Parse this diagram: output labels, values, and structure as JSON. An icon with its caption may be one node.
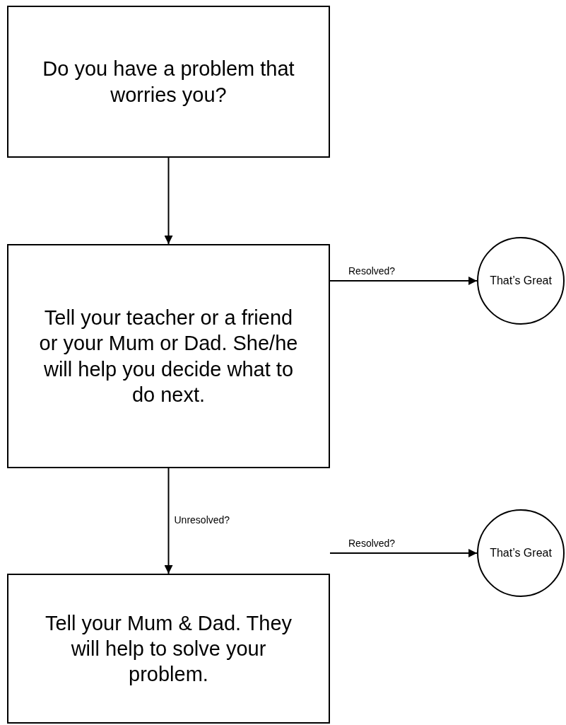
{
  "diagram": {
    "nodes": [
      {
        "text": [
          "Do you have a problem that worries you?"
        ]
      },
      {
        "text": [
          "Tell your teacher or a friend or your Mum or Dad. She/he will help you decide what to do next."
        ]
      },
      {
        "text": [
          "Tell your Mum & Dad. They will help to solve your problem."
        ]
      },
      {
        "text": [
          "That’s Great"
        ]
      },
      {
        "text": [
          "That’s Great"
        ]
      }
    ],
    "edges": [
      {
        "from": 0,
        "to": 1,
        "arrow": "to"
      },
      {
        "from": 1,
        "to": 3,
        "arrow": "to",
        "label": "Resolved?"
      },
      {
        "from": 1,
        "to": 2,
        "arrow": "to",
        "label": "Unresolved?"
      },
      {
        "from": 2,
        "to": 4,
        "arrow": "to",
        "label": "Resolved?"
      }
    ]
  }
}
